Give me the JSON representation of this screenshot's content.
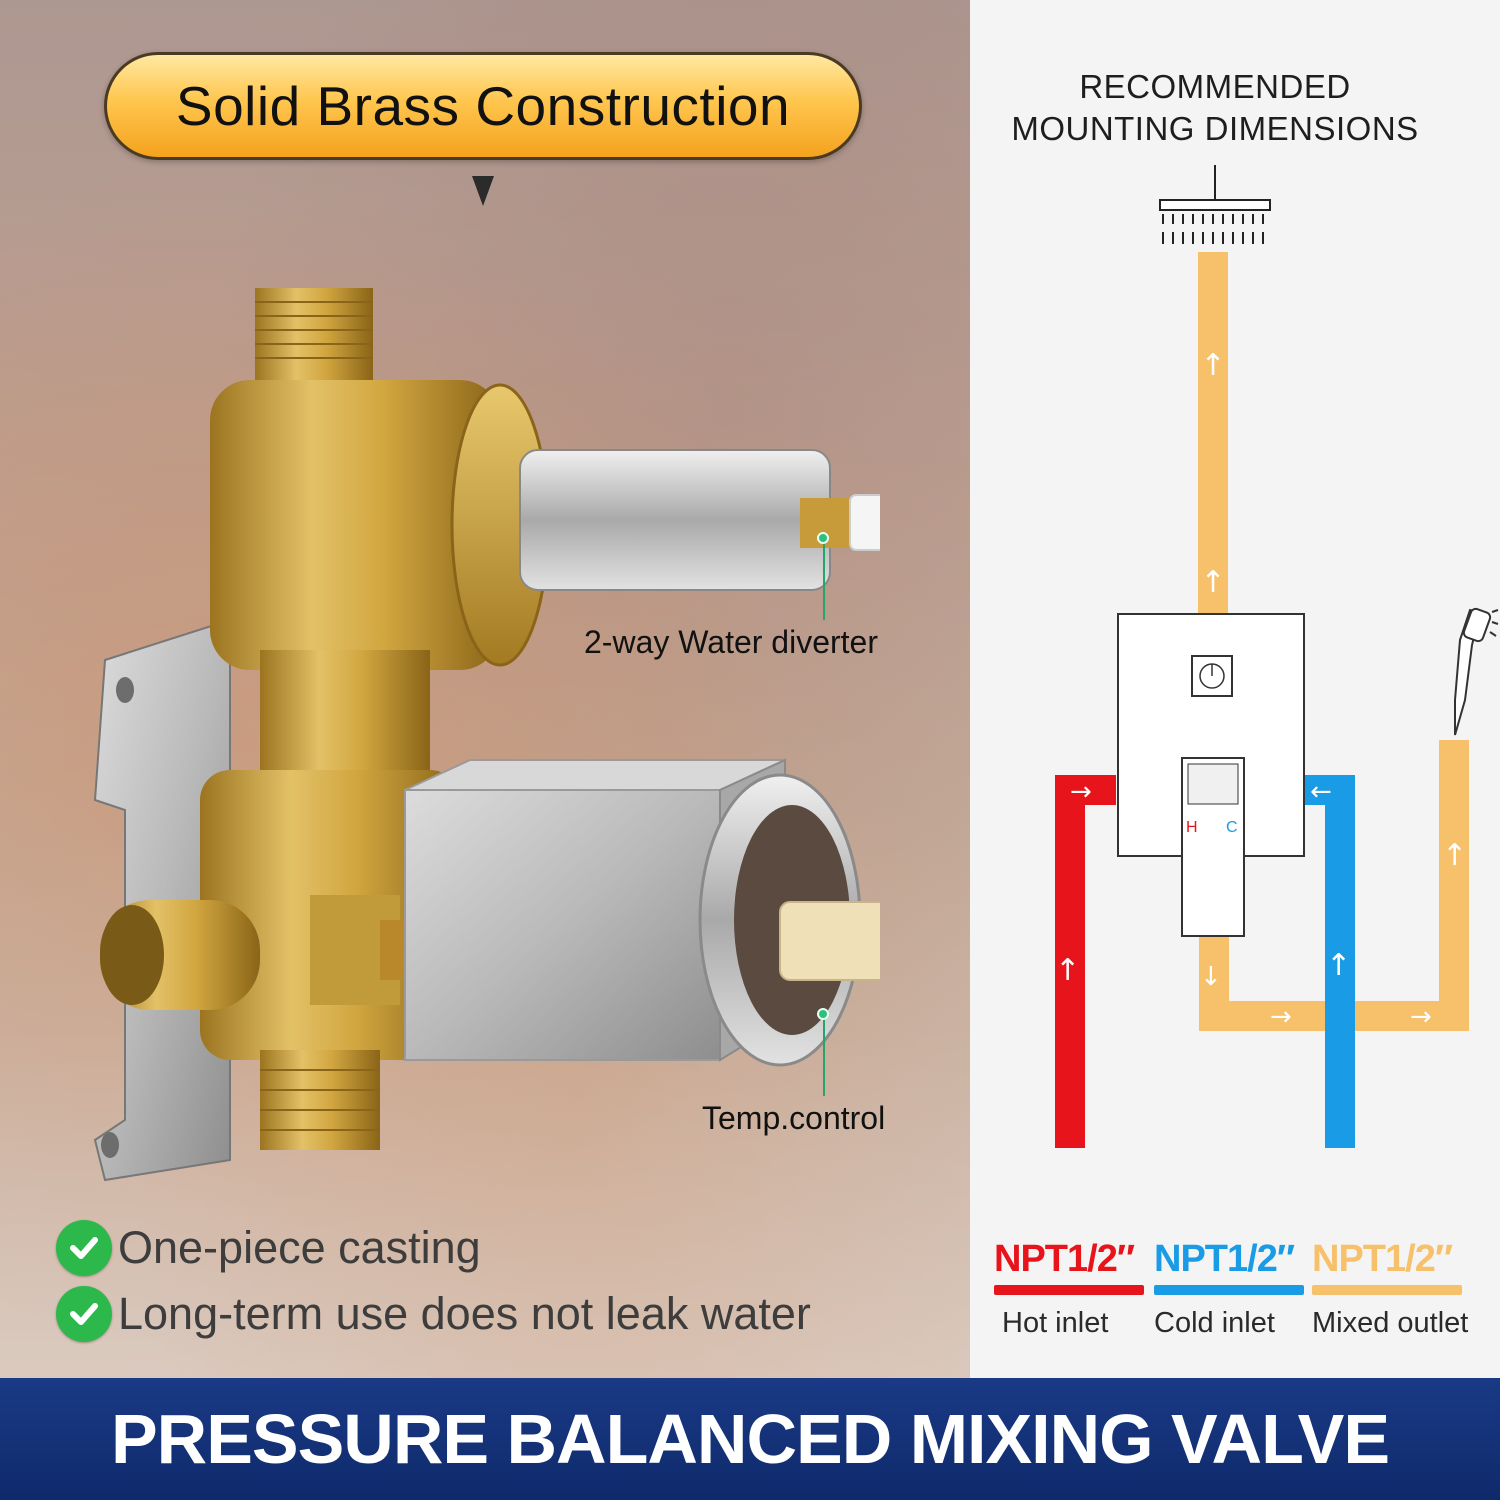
{
  "header": {
    "badge_label": "Solid Brass Construction"
  },
  "callouts": {
    "diverter": "2-way Water diverter",
    "temp": "Temp.control"
  },
  "features": [
    {
      "text": "One-piece casting",
      "icon": "checkmark-icon"
    },
    {
      "text": "Long-term use does not leak water",
      "icon": "checkmark-icon"
    }
  ],
  "diagram": {
    "title_line1": "RECOMMENDED",
    "title_line2": "MOUNTING DIMENSIONS",
    "hot_mark": "H",
    "cold_mark": "C"
  },
  "legend": [
    {
      "npt": "NPT1/2″",
      "label": "Hot inlet",
      "color": "#e8141c"
    },
    {
      "npt": "NPT1/2″",
      "label": "Cold inlet",
      "color": "#1a9be6"
    },
    {
      "npt": "NPT1/2″",
      "label": "Mixed outlet",
      "color": "#f7c06a"
    }
  ],
  "banner": {
    "title": "PRESSURE BALANCED MIXING VALVE"
  },
  "colors": {
    "hot": "#e8141c",
    "cold": "#1a9be6",
    "mixed": "#f7c06a",
    "banner": "#15357c",
    "brass": "#d4aa3c"
  }
}
